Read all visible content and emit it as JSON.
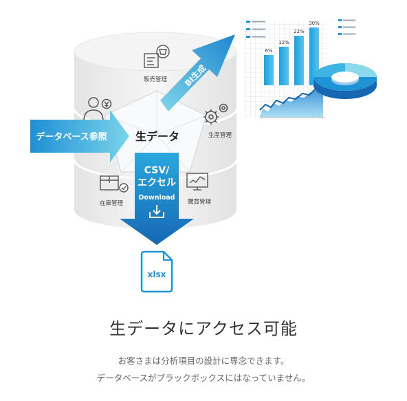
{
  "diagram": {
    "center_label": "生データ",
    "nodes": {
      "sales": "販売管理",
      "production": "生産管理",
      "inventory": "在庫管理",
      "purchasing": "購買管理"
    },
    "arrows": {
      "db_reference": "データベース参照",
      "bi": "BI生成",
      "csv_line1": "CSV/",
      "csv_line2": "エクセル",
      "download": "Download"
    },
    "file_label": "xlsx",
    "bar_labels": [
      "6%",
      "12%",
      "22%",
      "30%"
    ],
    "colors": {
      "accent_blue": "#1e93d6",
      "light_cyan": "#6fd0e8",
      "dark_blue": "#1466b3",
      "cylinder": "#eeeeee"
    }
  },
  "text": {
    "headline": "生データにアクセス可能",
    "line1": "お客さまは分析項目の設計に専念できます。",
    "line2": "データベースがブラックボックスにはなっていません。"
  }
}
